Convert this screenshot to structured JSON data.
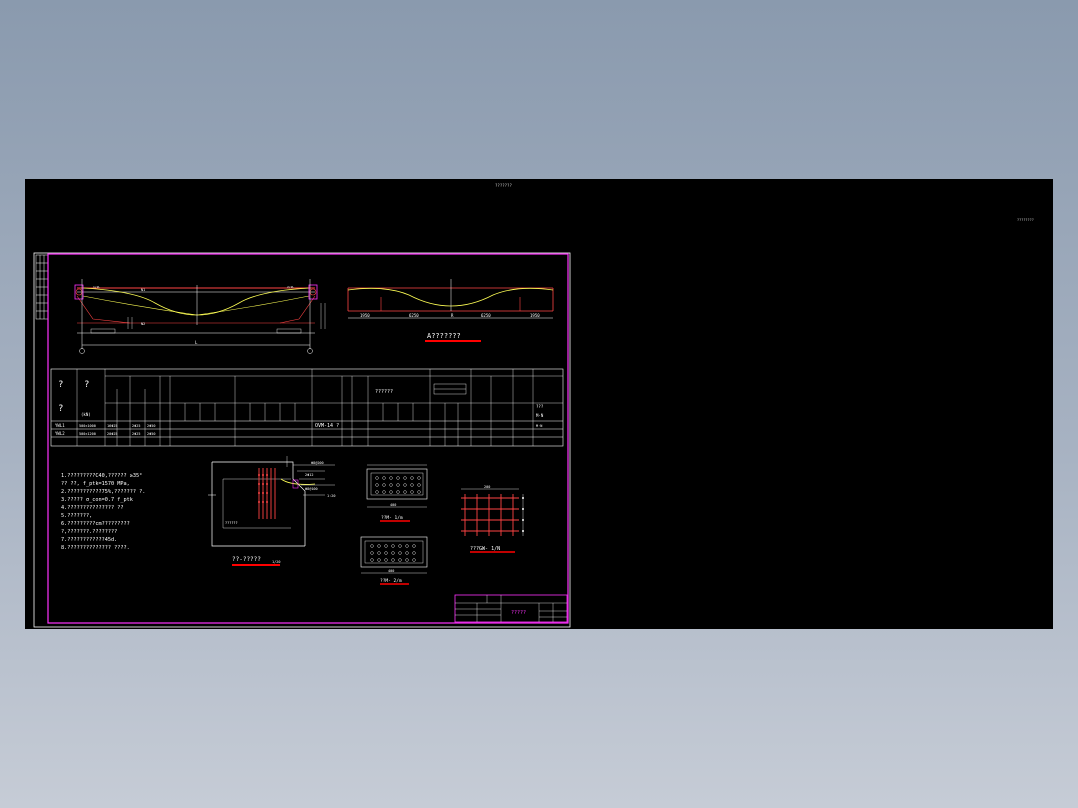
{
  "viewport": {
    "title": "???????",
    "corner_text": "????????"
  },
  "sheet": {
    "colors": {
      "frame": "#ff33ff",
      "ink": "#ffffff",
      "curve": "#ffff55",
      "member": "#ff4444",
      "highlight": "#ff0000",
      "accent": "#00ff00"
    },
    "elevation": {
      "labels": [
        "L",
        "N1",
        "N2",
        "1/2L",
        "2/2L"
      ],
      "span_label": "L"
    },
    "half_plan": {
      "title": "A???????",
      "dims": [
        "1950",
        "6250",
        "R",
        "6250",
        "1950"
      ]
    },
    "table": {
      "row_labels": [
        "YWL1",
        "YWL2"
      ],
      "cells_row1": [
        "500×1000",
        "16Φ25",
        "2Φ25",
        "2Φ50"
      ],
      "cells_row2": [
        "500×1200",
        "20Φ25",
        "2Φ25",
        "2Φ50"
      ],
      "anchor_type": "OVM-14 ?",
      "header_right": "???",
      "unit_label": "(kN)",
      "group_label": "??????",
      "col_mn": "M·N"
    },
    "notes": [
      "1.?????????C40,??????    ≥35°",
      "  ?? ??, f_ptk=1570 MPa,",
      "2.???????????75%,???????     ?.",
      "3.?????  σ_con=0.7 f_ptk",
      "4.???????????????       ??",
      "5.???????,",
      "6.?????????cm?????????",
      "  ?,???????.????????",
      "7.????????????45d.",
      "8.??????????????      ????."
    ],
    "detail_a": {
      "title": "??-?????",
      "scale": "1/20",
      "labels": [
        "Φ8@200",
        "2Φ12",
        "Φ8@100",
        "??????",
        "1:20"
      ]
    },
    "anchor_1": {
      "title": "??M- 1/m",
      "dim": "400"
    },
    "anchor_2": {
      "title": "??M- 2/m",
      "dim": "400"
    },
    "mesh": {
      "title": "???GW- 1/N",
      "dim": "200"
    },
    "title_block": {
      "drawing_name": "?????"
    }
  }
}
